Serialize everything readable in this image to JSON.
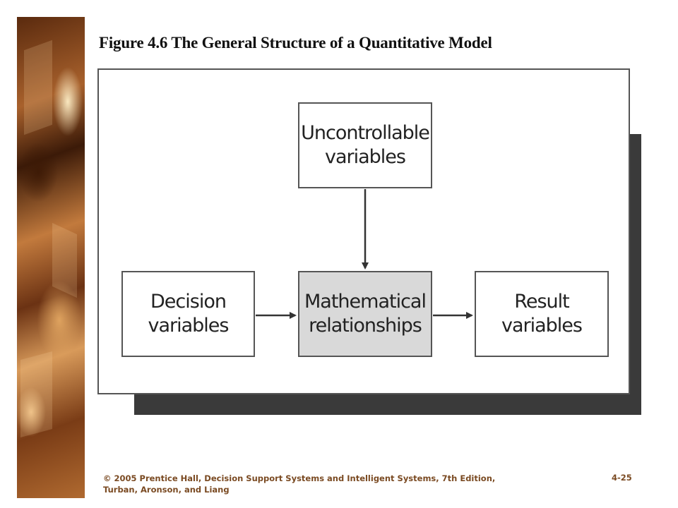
{
  "figure": {
    "title": "Figure 4.6  The General Structure of a Quantitative Model"
  },
  "nodes": {
    "uncontrollable": {
      "line1": "Uncontrollable",
      "line2": "variables"
    },
    "decision": {
      "line1": "Decision",
      "line2": "variables"
    },
    "math": {
      "line1": "Mathematical",
      "line2": "relationships"
    },
    "result": {
      "line1": "Result",
      "line2": "variables"
    }
  },
  "edges": [
    {
      "from": "Uncontrollable variables",
      "to": "Mathematical relationships"
    },
    {
      "from": "Decision variables",
      "to": "Mathematical relationships"
    },
    {
      "from": "Mathematical relationships",
      "to": "Result variables"
    }
  ],
  "footer": {
    "line1": "© 2005  Prentice Hall, Decision Support Systems and Intelligent Systems, 7th Edition,",
    "line2": "Turban, Aronson, and Liang",
    "page": "4-25"
  },
  "colors": {
    "highlight_box": "#d9d9d9",
    "footer_text": "#7a4a22",
    "shadow": "#3a3a3a"
  }
}
